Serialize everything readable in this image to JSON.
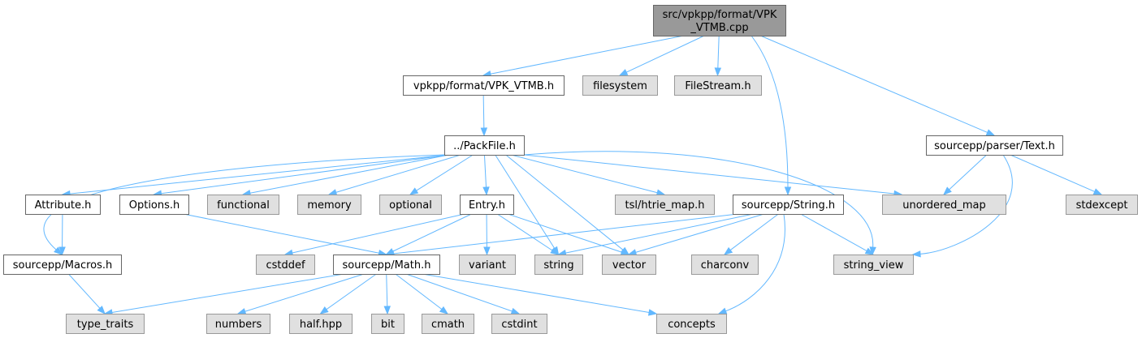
{
  "nodes": [
    {
      "id": "root",
      "label": "src/vpkpp/format/VPK\n_VTMB.cpp",
      "kind": "root"
    },
    {
      "id": "vpk_vtmb_h",
      "label": "vpkpp/format/VPK_VTMB.h",
      "kind": "project"
    },
    {
      "id": "filesystem",
      "label": "filesystem",
      "kind": "system"
    },
    {
      "id": "filestream_h",
      "label": "FileStream.h",
      "kind": "system"
    },
    {
      "id": "parser_text_h",
      "label": "sourcepp/parser/Text.h",
      "kind": "project"
    },
    {
      "id": "packfile_h",
      "label": "../PackFile.h",
      "kind": "project"
    },
    {
      "id": "attribute_h",
      "label": "Attribute.h",
      "kind": "project"
    },
    {
      "id": "options_h",
      "label": "Options.h",
      "kind": "project"
    },
    {
      "id": "functional",
      "label": "functional",
      "kind": "system"
    },
    {
      "id": "memory",
      "label": "memory",
      "kind": "system"
    },
    {
      "id": "optional",
      "label": "optional",
      "kind": "system"
    },
    {
      "id": "entry_h",
      "label": "Entry.h",
      "kind": "project"
    },
    {
      "id": "htrie_map",
      "label": "tsl/htrie_map.h",
      "kind": "system"
    },
    {
      "id": "string_h",
      "label": "sourcepp/String.h",
      "kind": "project"
    },
    {
      "id": "unordered_map",
      "label": "unordered_map",
      "kind": "system"
    },
    {
      "id": "stdexcept",
      "label": "stdexcept",
      "kind": "system"
    },
    {
      "id": "macros_h",
      "label": "sourcepp/Macros.h",
      "kind": "project"
    },
    {
      "id": "cstddef",
      "label": "cstddef",
      "kind": "system"
    },
    {
      "id": "math_h",
      "label": "sourcepp/Math.h",
      "kind": "project"
    },
    {
      "id": "variant",
      "label": "variant",
      "kind": "system"
    },
    {
      "id": "string",
      "label": "string",
      "kind": "system"
    },
    {
      "id": "vector",
      "label": "vector",
      "kind": "system"
    },
    {
      "id": "charconv",
      "label": "charconv",
      "kind": "system"
    },
    {
      "id": "string_view",
      "label": "string_view",
      "kind": "system"
    },
    {
      "id": "type_traits",
      "label": "type_traits",
      "kind": "system"
    },
    {
      "id": "numbers",
      "label": "numbers",
      "kind": "system"
    },
    {
      "id": "half_hpp",
      "label": "half.hpp",
      "kind": "system"
    },
    {
      "id": "bit",
      "label": "bit",
      "kind": "system"
    },
    {
      "id": "cmath",
      "label": "cmath",
      "kind": "system"
    },
    {
      "id": "cstdint",
      "label": "cstdint",
      "kind": "system"
    },
    {
      "id": "concepts",
      "label": "concepts",
      "kind": "system"
    }
  ],
  "edges": [
    [
      "root",
      "vpk_vtmb_h"
    ],
    [
      "root",
      "filesystem"
    ],
    [
      "root",
      "filestream_h"
    ],
    [
      "root",
      "string_h"
    ],
    [
      "root",
      "parser_text_h"
    ],
    [
      "vpk_vtmb_h",
      "packfile_h"
    ],
    [
      "packfile_h",
      "attribute_h"
    ],
    [
      "packfile_h",
      "options_h"
    ],
    [
      "packfile_h",
      "functional"
    ],
    [
      "packfile_h",
      "memory"
    ],
    [
      "packfile_h",
      "optional"
    ],
    [
      "packfile_h",
      "entry_h"
    ],
    [
      "packfile_h",
      "htrie_map"
    ],
    [
      "packfile_h",
      "unordered_map"
    ],
    [
      "packfile_h",
      "macros_h"
    ],
    [
      "packfile_h",
      "string"
    ],
    [
      "packfile_h",
      "vector"
    ],
    [
      "packfile_h",
      "string_view"
    ],
    [
      "attribute_h",
      "macros_h"
    ],
    [
      "options_h",
      "math_h"
    ],
    [
      "entry_h",
      "cstddef"
    ],
    [
      "entry_h",
      "math_h"
    ],
    [
      "entry_h",
      "variant"
    ],
    [
      "entry_h",
      "string"
    ],
    [
      "entry_h",
      "vector"
    ],
    [
      "string_h",
      "math_h"
    ],
    [
      "string_h",
      "string"
    ],
    [
      "string_h",
      "vector"
    ],
    [
      "string_h",
      "charconv"
    ],
    [
      "string_h",
      "string_view"
    ],
    [
      "string_h",
      "concepts"
    ],
    [
      "parser_text_h",
      "unordered_map"
    ],
    [
      "parser_text_h",
      "string_view"
    ],
    [
      "parser_text_h",
      "stdexcept"
    ],
    [
      "macros_h",
      "type_traits"
    ],
    [
      "math_h",
      "type_traits"
    ],
    [
      "math_h",
      "numbers"
    ],
    [
      "math_h",
      "half_hpp"
    ],
    [
      "math_h",
      "bit"
    ],
    [
      "math_h",
      "cmath"
    ],
    [
      "math_h",
      "cstdint"
    ],
    [
      "math_h",
      "concepts"
    ]
  ],
  "colors": {
    "edge": "#63b8ff",
    "root_fill": "#999999",
    "system_fill": "#e0e0e0",
    "project_fill": "#ffffff"
  }
}
